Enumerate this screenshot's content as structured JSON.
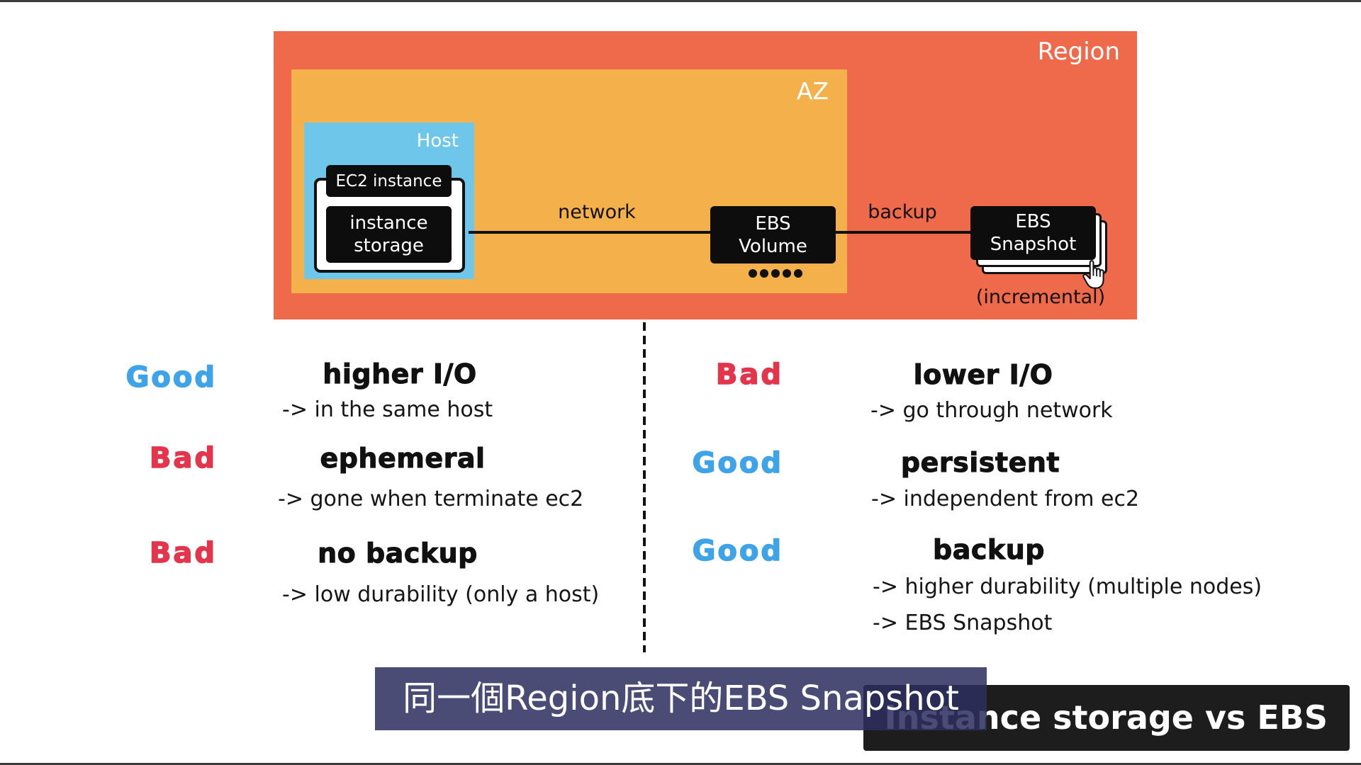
{
  "diagram": {
    "region_label": "Region",
    "az_label": "AZ",
    "host_label": "Host",
    "ec2_instance_label": "EC2 instance",
    "instance_storage_lines": [
      "instance",
      "storage"
    ],
    "network_label": "network",
    "ebs_volume_lines": [
      "EBS",
      "Volume"
    ],
    "backup_label": "backup",
    "ebs_snapshot_lines": [
      "EBS",
      "Snapshot"
    ],
    "snapshot_note": "(incremental)"
  },
  "left_column": [
    {
      "verdict": "Good",
      "title": "higher I/O",
      "details": [
        "-> in the same host"
      ]
    },
    {
      "verdict": "Bad",
      "title": "ephemeral",
      "details": [
        "-> gone when terminate ec2"
      ]
    },
    {
      "verdict": "Bad",
      "title": "no backup",
      "details": [
        "-> low durability (only a host)"
      ]
    }
  ],
  "right_column": [
    {
      "verdict": "Bad",
      "title": "lower I/O",
      "details": [
        "-> go through network"
      ]
    },
    {
      "verdict": "Good",
      "title": "persistent",
      "details": [
        "-> independent from ec2"
      ]
    },
    {
      "verdict": "Good",
      "title": "backup",
      "details": [
        "-> higher durability (multiple nodes)",
        "-> EBS Snapshot"
      ]
    }
  ],
  "title_banner": "Instance storage vs EBS",
  "subtitle": "同一個Region底下的EBS Snapshot",
  "colors": {
    "good": "#3FA3E8",
    "bad": "#E3354C",
    "region": "#EF6A4B",
    "az": "#F4B14B",
    "host": "#6EC6EA"
  },
  "icons": {
    "volume_replicas": "replica-dots-icon",
    "cursor": "hand-pointer-icon"
  }
}
